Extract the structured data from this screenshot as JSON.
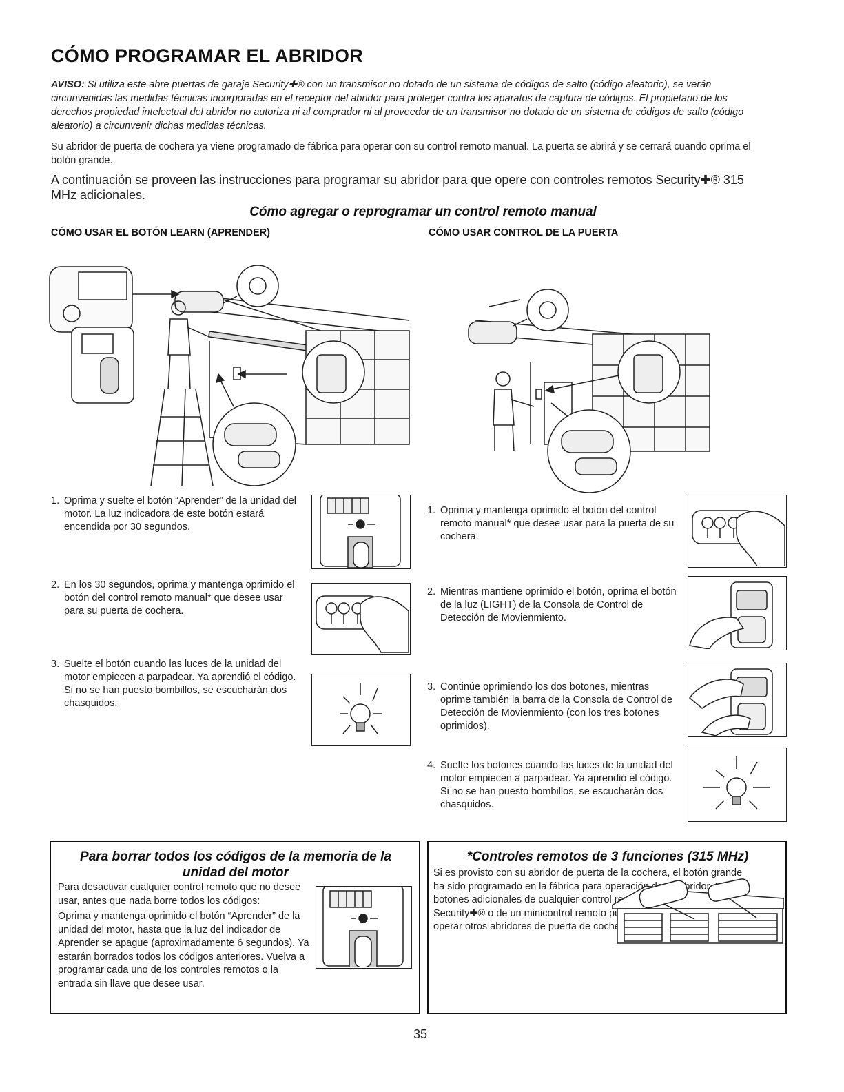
{
  "page": {
    "title": "CÓMO PROGRAMAR EL ABRIDOR",
    "aviso_label": "AVISO:",
    "aviso_text": "Si utiliza este abre puertas de garaje Security✚® con un transmisor no dotado de un sistema de códigos de salto (código aleatorio), se verán circunvenidas las medidas técnicas incorporadas en el receptor del abridor para proteger contra los aparatos de captura de códigos. El propietario de los derechos propiedad intelectual del abridor no autoriza ni al comprador ni al proveedor de un transmisor no dotado de un sistema de códigos de salto (código aleatorio) a circunvenir dichas medidas técnicas.",
    "intro_1": "Su abridor de puerta de cochera ya viene programado de fábrica para operar con su control remoto manual. La puerta se abrirá y se cerrará cuando oprima el botón grande.",
    "intro_2": "A continuación se proveen las instrucciones para programar su abridor para que opere con controles remotos Security✚® 315 MHz adicionales.",
    "section_heading": "Cómo agregar o reprogramar un control remoto manual",
    "page_number": "35"
  },
  "learn_column": {
    "heading": "CÓMO USAR EL BOTÓN LEARN (APRENDER)",
    "steps": [
      {
        "num": "1.",
        "text": "Oprima y suelte el botón “Aprender” de la unidad del motor. La luz indicadora de este botón estará encendida por 30 segundos."
      },
      {
        "num": "2.",
        "text": "En los 30 segundos, oprima y mantenga oprimido el botón del control remoto manual* que desee usar para su puerta de cochera."
      },
      {
        "num": "3.",
        "text": "Suelte el botón cuando las luces de la unidad del motor empiecen a parpadear. Ya aprendió el código. Si no se han puesto bombillos, se escucharán dos chasquidos."
      }
    ]
  },
  "door_column": {
    "heading": "CÓMO USAR CONTROL DE LA PUERTA",
    "steps": [
      {
        "num": "1.",
        "text": "Oprima y mantenga oprimido el botón del control remoto manual* que desee usar para la puerta de su cochera."
      },
      {
        "num": "2.",
        "text": "Mientras mantiene oprimido el botón, oprima el botón de la luz (LIGHT) de la Consola de Control de Detección de Movienmiento."
      },
      {
        "num": "3.",
        "text": "Continúe oprimiendo los dos botones, mientras oprime también la barra de la Consola de Control de Detección de Movienmiento (con los tres botones oprimidos)."
      },
      {
        "num": "4.",
        "text": "Suelte los botones cuando las luces de la unidad del motor empiecen a parpadear. Ya aprendió el código. Si no se han puesto bombillos, se escucharán dos chasquidos."
      }
    ]
  },
  "erase_box": {
    "title": "Para borrar todos los códigos de la memoria de la unidad del motor",
    "para_1": "Para desactivar cualquier control remoto que no desee usar, antes que nada borre todos los códigos:",
    "para_2": "Oprima y mantenga oprimido el botón “Aprender” de la unidad del motor, hasta que la luz del indicador de Aprender se apague (aproximadamente 6 segundos). Ya estarán borrados todos los códigos anteriores. Vuelva a programar cada uno de los controles remotos o la entrada sin llave que desee usar."
  },
  "remote_box": {
    "title": "*Controles remotos de 3 funciones (315 MHz)",
    "text": "Si es provisto con su abridor de puerta de la cochera, el botón grande ha sido programado en la fábrica para operación de su abridor. Los botones adicionales de cualquier control remoto de 3 funciones Security✚® o de un minicontrol remoto pueden programarse para operar otros abridores de puerta de cochera Security✚®."
  },
  "icons": {
    "garage_left": "garage-scene-ladder-illustration",
    "garage_right": "garage-scene-wall-console-illustration",
    "learn_button": "learn-button-finger-icon",
    "remote_press": "remote-hand-press-icon",
    "bulb": "light-bulb-flash-icon",
    "console_press": "wall-console-press-icon",
    "houses": "house-garage-doors-icon"
  }
}
